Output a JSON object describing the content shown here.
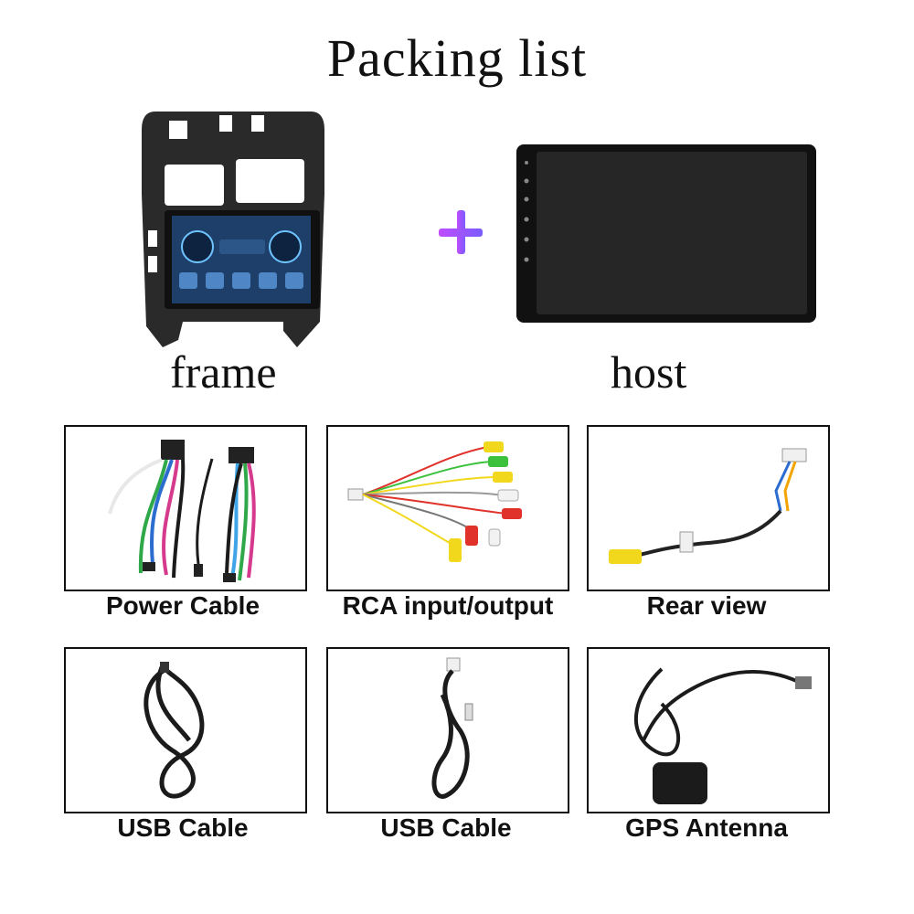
{
  "title": "Packing list",
  "top": {
    "frame_label": "frame",
    "host_label": "host"
  },
  "items": [
    {
      "label": "Power Cable"
    },
    {
      "label": "RCA input/output"
    },
    {
      "label": "Rear view"
    },
    {
      "label": "USB Cable"
    },
    {
      "label": "USB Cable"
    },
    {
      "label": "GPS Antenna"
    }
  ],
  "colors": {
    "plus_start": "#c04dff",
    "plus_end": "#7a5cff",
    "rca_yellow": "#f2d81c",
    "rca_red": "#e0322b",
    "rca_green": "#3cc13c",
    "rca_white": "#f2f2f2"
  }
}
